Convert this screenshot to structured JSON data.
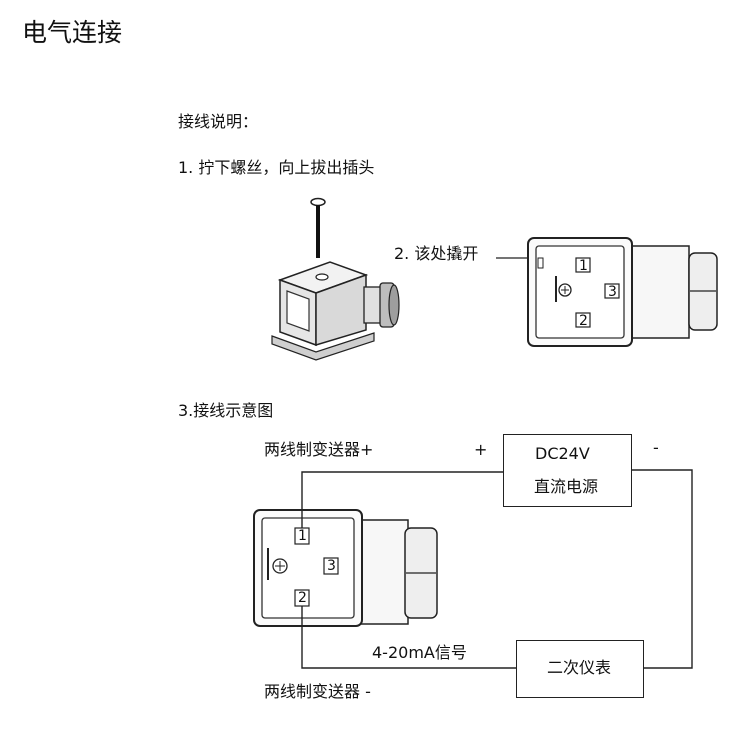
{
  "title": "电气连接",
  "instructions": {
    "heading": "接线说明：",
    "step1": "1. 拧下螺丝，向上拔出插头",
    "step2": "2. 该处撬开",
    "step3": "3.接线示意图"
  },
  "connector_pins": {
    "pin1": "1",
    "pin2": "2",
    "pin3": "3",
    "ground": "⏚"
  },
  "wiring": {
    "transmitter_plus": "两线制变送器+",
    "transmitter_minus": "两线制变送器 -",
    "plus_sign": "+",
    "minus_sign": "-",
    "power_supply": {
      "voltage": "DC24V",
      "label": "直流电源"
    },
    "signal": "4-20mA信号",
    "instrument": "二次仪表"
  }
}
